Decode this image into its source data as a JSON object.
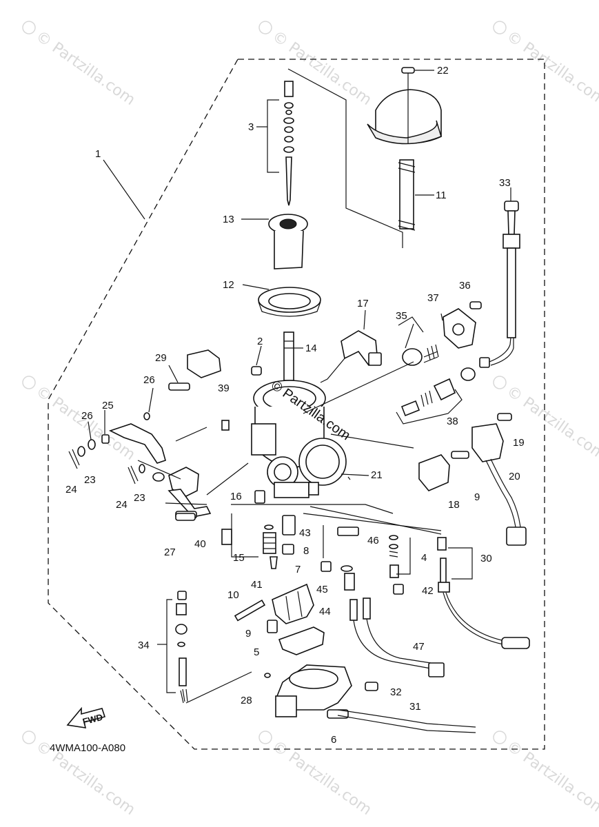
{
  "diagram_code": "4WMA100-A080",
  "fwd_label": "FWD",
  "watermark_text": "© Partzilla.com",
  "center_watermark": "© Partzilla.com",
  "callouts": [
    "1",
    "2",
    "3",
    "4",
    "5",
    "6",
    "7",
    "8",
    "9",
    "9",
    "10",
    "11",
    "12",
    "13",
    "14",
    "15",
    "16",
    "17",
    "18",
    "19",
    "20",
    "21",
    "22",
    "23",
    "23",
    "24",
    "24",
    "25",
    "26",
    "26",
    "27",
    "28",
    "29",
    "30",
    "31",
    "32",
    "33",
    "34",
    "35",
    "36",
    "37",
    "38",
    "39",
    "40",
    "41",
    "42",
    "43",
    "44",
    "45",
    "46",
    "47"
  ]
}
